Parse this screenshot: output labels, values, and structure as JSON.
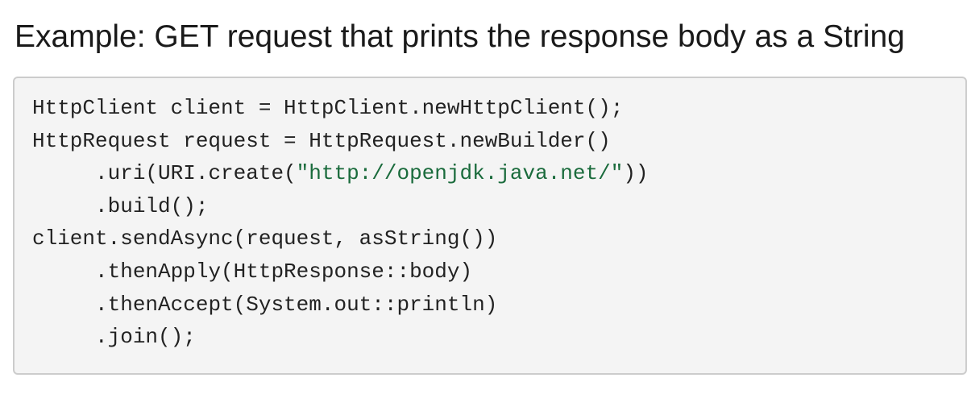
{
  "heading": "Example: GET request that prints the response body as a String",
  "code": {
    "lines": [
      {
        "indent": "",
        "text": "HttpClient client = HttpClient.newHttpClient();",
        "pre": "",
        "str": "",
        "post": ""
      },
      {
        "indent": "",
        "text": "HttpRequest request = HttpRequest.newBuilder()",
        "pre": "",
        "str": "",
        "post": ""
      },
      {
        "indent": "     ",
        "text": "",
        "pre": ".uri(URI.create(",
        "str": "\"http://openjdk.java.net/\"",
        "post": "))"
      },
      {
        "indent": "     ",
        "text": ".build();",
        "pre": "",
        "str": "",
        "post": ""
      },
      {
        "indent": "",
        "text": "client.sendAsync(request, asString())",
        "pre": "",
        "str": "",
        "post": ""
      },
      {
        "indent": "     ",
        "text": ".thenApply(HttpResponse::body)",
        "pre": "",
        "str": "",
        "post": ""
      },
      {
        "indent": "     ",
        "text": ".thenAccept(System.out::println)",
        "pre": "",
        "str": "",
        "post": ""
      },
      {
        "indent": "     ",
        "text": ".join();",
        "pre": "",
        "str": "",
        "post": ""
      }
    ],
    "colors": {
      "background": "#f4f4f4",
      "border": "#cccccc",
      "text": "#222222",
      "string": "#1a6b3c"
    }
  }
}
